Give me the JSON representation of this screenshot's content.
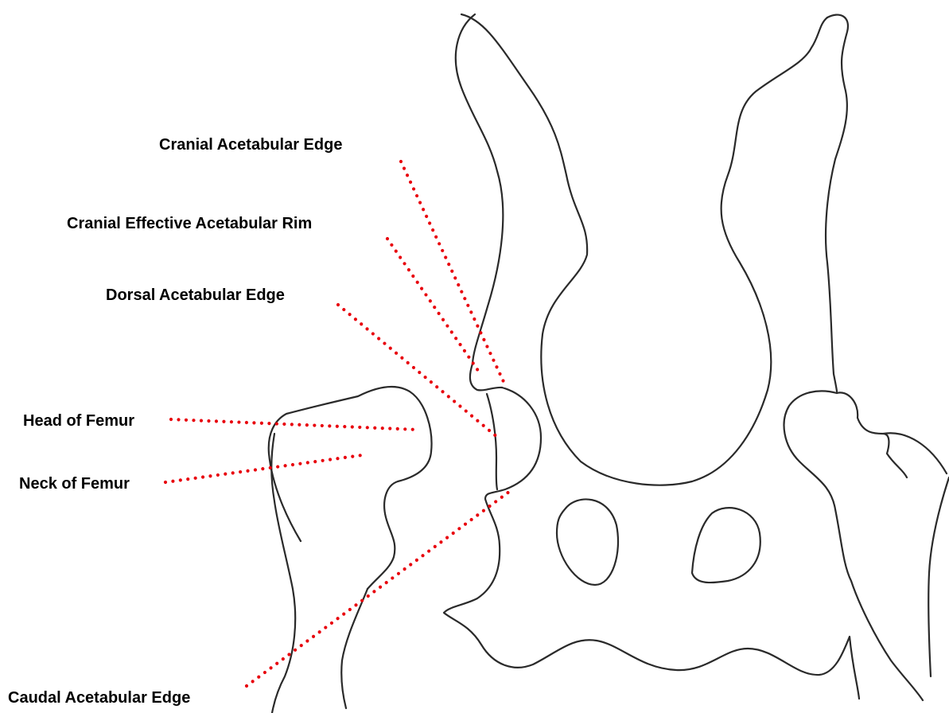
{
  "diagram": {
    "labels": {
      "cranial_acetabular_edge": "Cranial Acetabular Edge",
      "cranial_effective_acetabular_rim": "Cranial Effective Acetabular Rim",
      "dorsal_acetabular_edge": "Dorsal Acetabular Edge",
      "head_of_femur": "Head of Femur",
      "neck_of_femur": "Neck of Femur",
      "caudal_acetabular_edge": "Caudal Acetabular Edge"
    },
    "colors": {
      "outline": "#2a2a2a",
      "leader_lines": "#e8000b",
      "text": "#000000",
      "background": "#ffffff"
    }
  }
}
